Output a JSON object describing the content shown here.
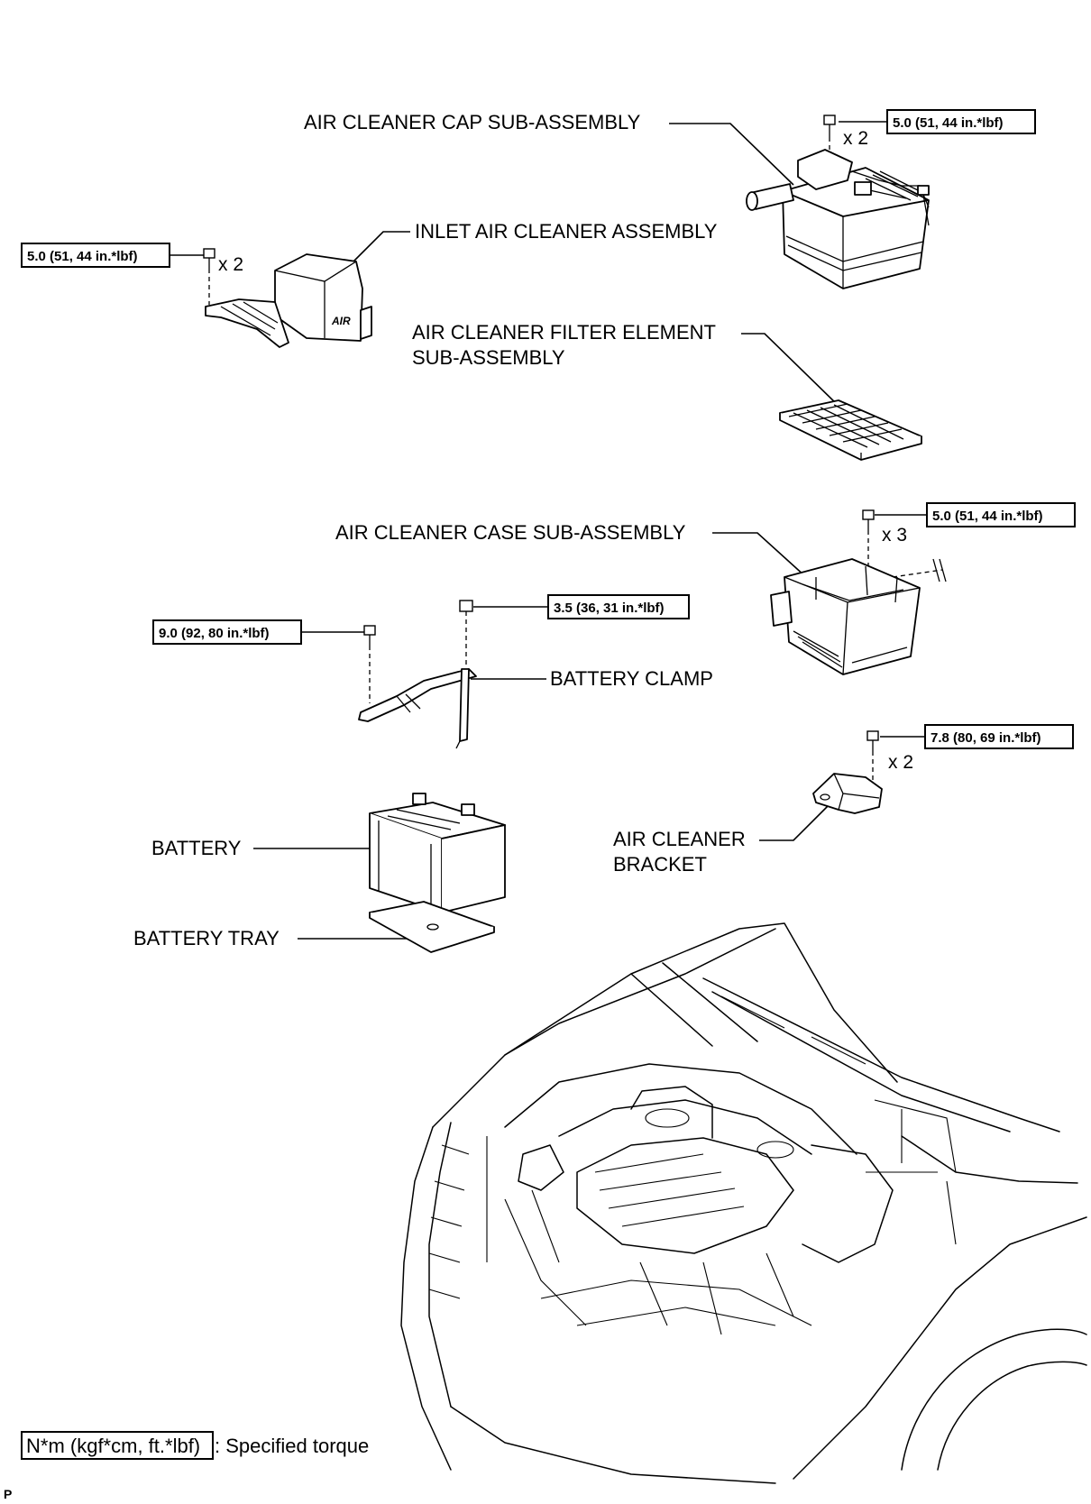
{
  "labels": {
    "cap": "AIR CLEANER CAP SUB-ASSEMBLY",
    "inlet": "INLET AIR CLEANER ASSEMBLY",
    "filter_line1": "AIR CLEANER FILTER ELEMENT",
    "filter_line2": "SUB-ASSEMBLY",
    "case": "AIR CLEANER CASE SUB-ASSEMBLY",
    "clamp": "BATTERY CLAMP",
    "battery": "BATTERY",
    "tray": "BATTERY TRAY",
    "bracket_line1": "AIR CLEANER",
    "bracket_line2": "BRACKET",
    "inlet_emblem": "AIR"
  },
  "torques": {
    "cap": "5.0 (51, 44 in.*lbf)",
    "inlet": "5.0 (51, 44 in.*lbf)",
    "case": "5.0 (51, 44 in.*lbf)",
    "clamp_nut": "3.5 (36, 31 in.*lbf)",
    "clamp_bolt": "9.0 (92, 80 in.*lbf)",
    "bracket": "7.8 (80, 69 in.*lbf)"
  },
  "quantities": {
    "cap": "x 2",
    "inlet": "x 2",
    "case": "x 3",
    "bracket": "x 2"
  },
  "legend": {
    "unit": "N*m (kgf*cm, ft.*lbf)",
    "text": ": Specified torque"
  },
  "corner_mark": "P"
}
